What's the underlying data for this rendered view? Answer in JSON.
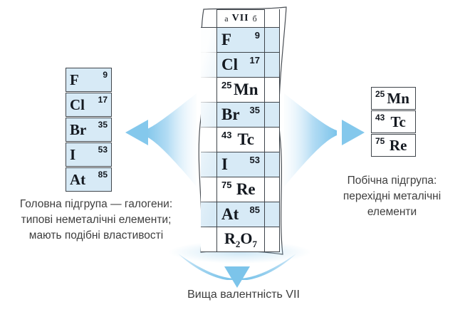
{
  "colors": {
    "cell_highlight": "#d7eaf6",
    "arrow_blue": "#7cc4ea",
    "table_border": "#3f454b",
    "caption_text": "#3e3e3e"
  },
  "strip": {
    "header": {
      "main_subgroup_label": "а",
      "group_number": "VII",
      "side_subgroup_label": "б"
    },
    "rows": [
      {
        "symbol": "F",
        "number": "9",
        "number_side": "right",
        "highlight": true
      },
      {
        "symbol": "Cl",
        "number": "17",
        "number_side": "right",
        "highlight": true
      },
      {
        "symbol": "Mn",
        "number": "25",
        "number_side": "left",
        "highlight": false
      },
      {
        "symbol": "Br",
        "number": "35",
        "number_side": "right",
        "highlight": true
      },
      {
        "symbol": "Tc",
        "number": "43",
        "number_side": "left",
        "highlight": false
      },
      {
        "symbol": "I",
        "number": "53",
        "number_side": "right",
        "highlight": true
      },
      {
        "symbol": "Re",
        "number": "75",
        "number_side": "left",
        "highlight": false
      },
      {
        "symbol": "At",
        "number": "85",
        "number_side": "right",
        "highlight": true
      }
    ],
    "oxide_formula": {
      "el1": "R",
      "sub1": "2",
      "el2": "O",
      "sub2": "7"
    }
  },
  "main_subgroup_table": {
    "rows": [
      {
        "symbol": "F",
        "number": "9"
      },
      {
        "symbol": "Cl",
        "number": "17"
      },
      {
        "symbol": "Br",
        "number": "35"
      },
      {
        "symbol": "I",
        "number": "53"
      },
      {
        "symbol": "At",
        "number": "85"
      }
    ]
  },
  "side_subgroup_table": {
    "rows": [
      {
        "number": "25",
        "symbol": "Mn"
      },
      {
        "number": "43",
        "symbol": "Tc"
      },
      {
        "number": "75",
        "symbol": "Re"
      }
    ]
  },
  "captions": {
    "left": {
      "line1": "Головна підгрупа — галогени:",
      "line2": "типові неметалічні елементи;",
      "line3": "мають подібні властивості"
    },
    "right": {
      "line1": "Побічна підгрупа:",
      "line2": "перехідні металічні",
      "line3": "елементи"
    },
    "bottom": "Вища валентність VII"
  }
}
